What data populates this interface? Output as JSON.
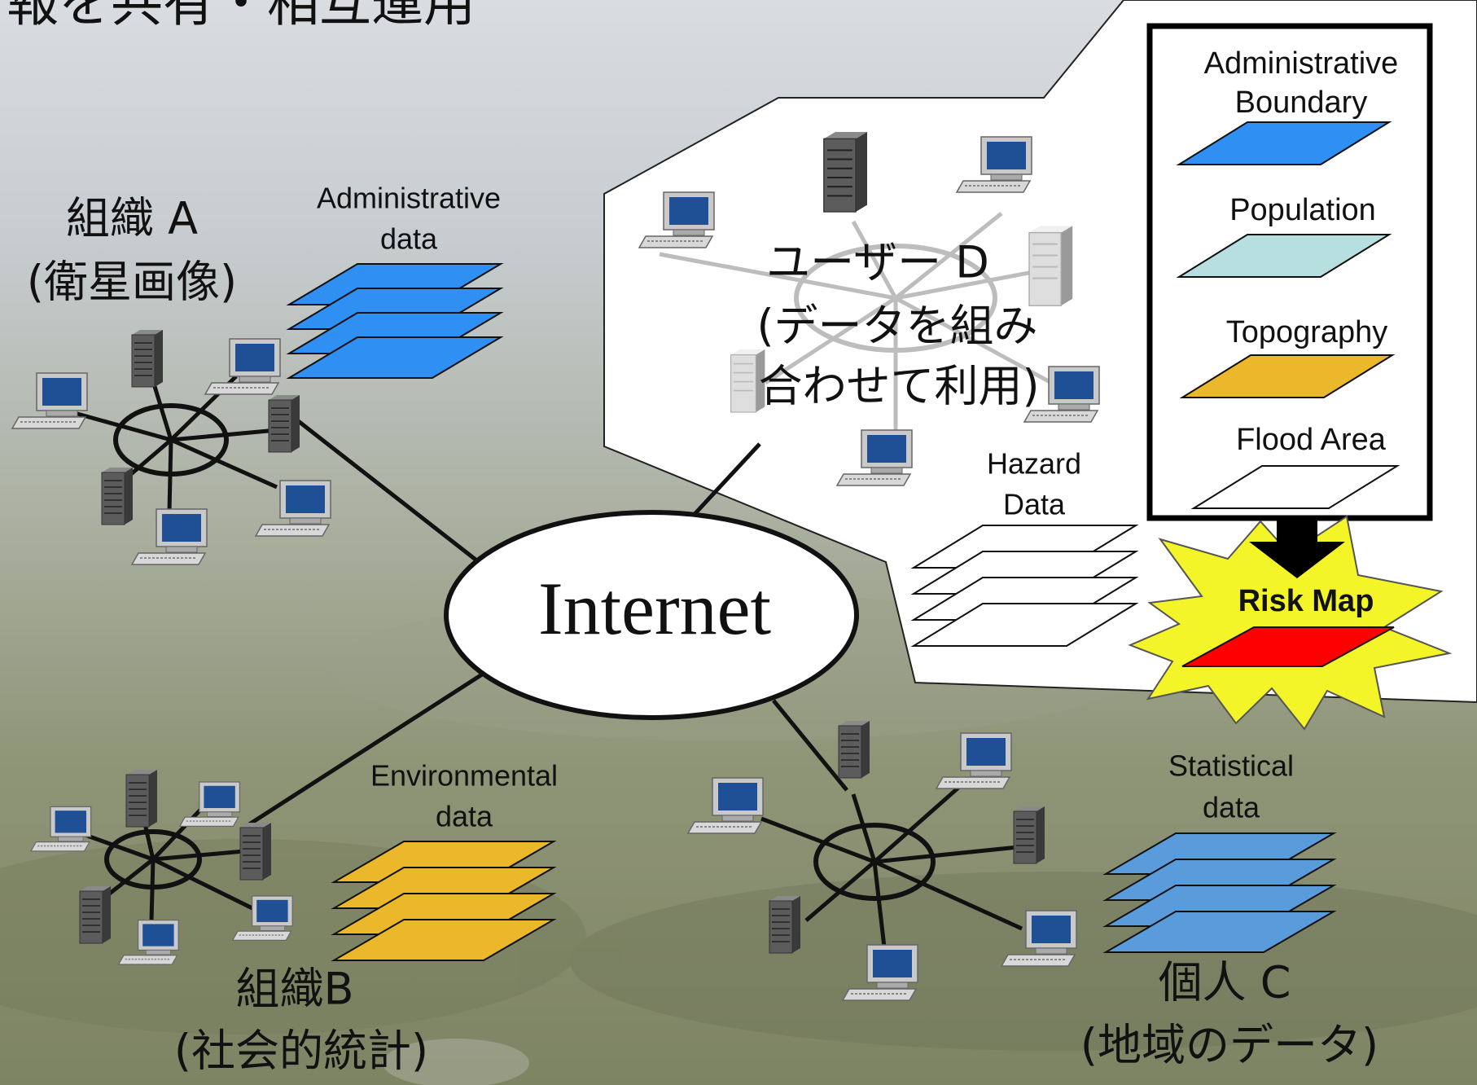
{
  "title_fragment": "報を共有・相互運用",
  "internet_label": "Internet",
  "org_a": {
    "title": "組織 A",
    "subtitle": "(衛星画像)",
    "data_label_1": "Administrative",
    "data_label_2": "data",
    "color": "#2f8ff2"
  },
  "org_b": {
    "title": "組織B",
    "subtitle": "(社会的統計)",
    "data_label_1": "Environmental",
    "data_label_2": "data",
    "color": "#ebb72b"
  },
  "person_c": {
    "title": "個人 C",
    "subtitle": "(地域のデータ)",
    "data_label_1": "Statistical",
    "data_label_2": "data",
    "color": "#5a9bdc"
  },
  "user_d": {
    "title": "ユーザー D",
    "subtitle_1": "(データを組み",
    "subtitle_2": "合わせて利用)",
    "hazard_label_1": "Hazard",
    "hazard_label_2": "Data"
  },
  "legend": {
    "items": [
      {
        "label_1": "Administrative",
        "label_2": "Boundary",
        "color": "#2f8ff2"
      },
      {
        "label_1": "Population",
        "label_2": "",
        "color": "#b8dfe0"
      },
      {
        "label_1": "Topography",
        "label_2": "",
        "color": "#ebb72b"
      },
      {
        "label_1": "Flood Area",
        "label_2": "",
        "color": "#ffffff"
      }
    ]
  },
  "risk_map": {
    "label": "Risk Map",
    "burst_color": "#f3f529",
    "layer_color": "#ff0000"
  }
}
